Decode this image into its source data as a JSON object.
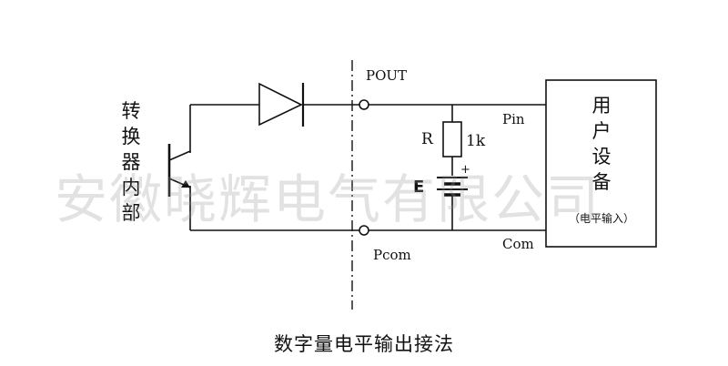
{
  "labels": {
    "pout": "POUT",
    "pcom": "Pcom",
    "pin": "Pin",
    "com": "Com",
    "resistor_name": "R",
    "resistor_value": "1k",
    "battery_name": "E",
    "battery_polarity": "+"
  },
  "converter_label": "转换器内部",
  "device": {
    "title": "用户设备",
    "subtitle": "（电平输入）"
  },
  "watermark": "安徽晓辉电气有限公司",
  "caption": "数字量电平输出接法"
}
